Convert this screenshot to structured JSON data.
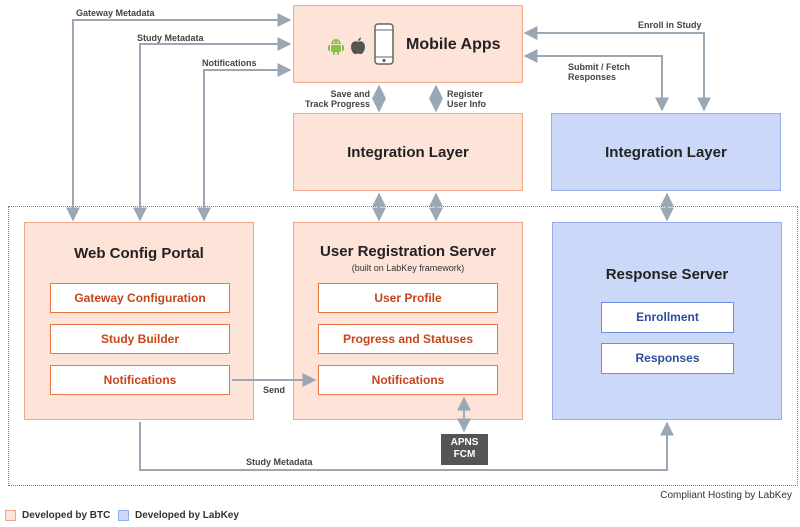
{
  "mobile_apps": {
    "title": "Mobile Apps"
  },
  "integration_btc": {
    "title": "Integration Layer"
  },
  "integration_labkey": {
    "title": "Integration Layer"
  },
  "web_config": {
    "title": "Web Config Portal",
    "items": [
      "Gateway Configuration",
      "Study Builder",
      "Notifications"
    ]
  },
  "user_registration": {
    "title": "User Registration Server",
    "subtitle": "(built on LabKey framework)",
    "items": [
      "User Profile",
      "Progress and Statuses",
      "Notifications"
    ]
  },
  "response_server": {
    "title": "Response Server",
    "items": [
      "Enrollment",
      "Responses"
    ]
  },
  "apns": {
    "line1": "APNS",
    "line2": "FCM"
  },
  "labels": {
    "gateway_metadata": "Gateway Metadata",
    "study_metadata_top": "Study Metadata",
    "notifications": "Notifications",
    "enroll_in_study": "Enroll in Study",
    "submit_fetch_1": "Submit / Fetch",
    "submit_fetch_2": "Responses",
    "save_track_1": "Save and",
    "save_track_2": "Track Progress",
    "register_1": "Register",
    "register_2": "User Info",
    "send": "Send",
    "study_metadata_bottom": "Study Metadata"
  },
  "hosting": "Compliant Hosting by LabKey",
  "legend": [
    {
      "label": "Developed by BTC",
      "color": "#fde3d8",
      "border": "#f0a88c"
    },
    {
      "label": "Developed by LabKey",
      "color": "#cbd8f8",
      "border": "#93aeea"
    }
  ],
  "icons": [
    "android-icon",
    "apple-icon",
    "phone-icon"
  ]
}
